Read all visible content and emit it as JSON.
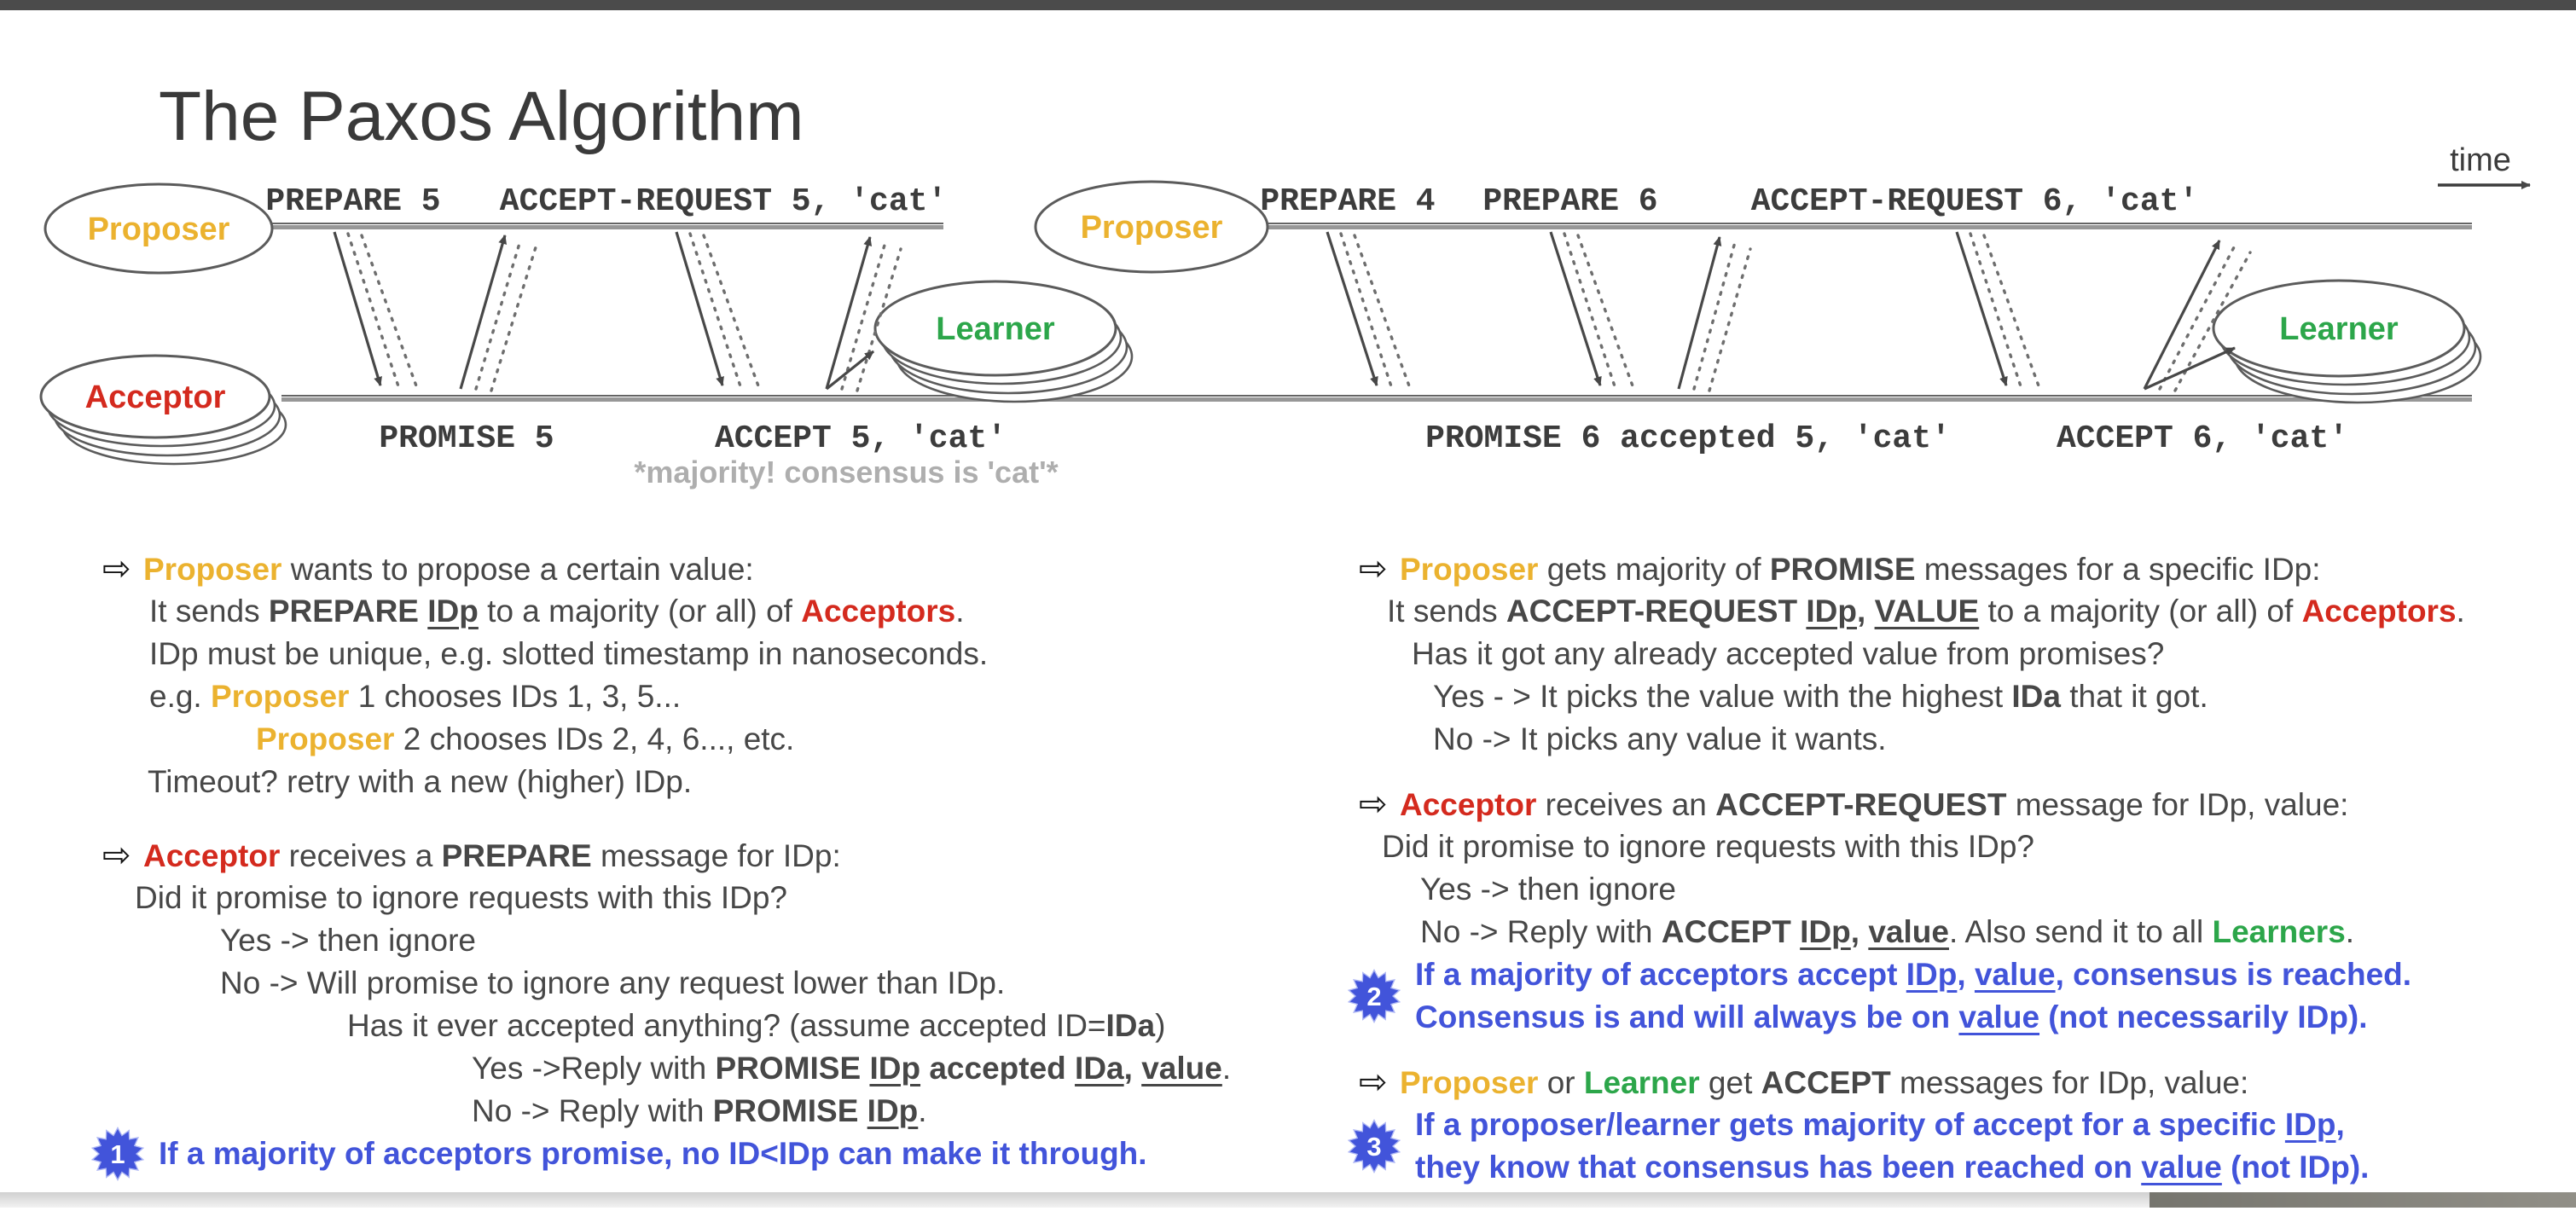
{
  "page": {
    "title": "The Paxos Algorithm"
  },
  "ui": {
    "bullet_glyph": "⇨",
    "colors": {
      "proposer_yellow": "#ebb22f",
      "acceptor_red": "#d42a1e",
      "learner_green": "#2ca64a",
      "note_blue": "#4254da",
      "body_gray": "#474747",
      "diagram_gray": "#3c3c3c",
      "faint_gray_note": "#aeaeae"
    }
  },
  "diagram": {
    "time_label": "time",
    "left": {
      "proposer": "Proposer",
      "acceptor": "Acceptor",
      "learner": "Learner",
      "top_labels": [
        "PREPARE 5",
        "ACCEPT-REQUEST 5, 'cat'"
      ],
      "bottom_labels": [
        "PROMISE 5",
        "ACCEPT 5, 'cat'"
      ],
      "note": "*majority! consensus is 'cat'*"
    },
    "right": {
      "proposer": "Proposer",
      "learner": "Learner",
      "top_labels": [
        "PREPARE 4",
        "PREPARE 6",
        "ACCEPT-REQUEST 6, 'cat'"
      ],
      "bottom_labels": [
        "PROMISE 6 accepted 5, 'cat'",
        "ACCEPT 6, 'cat'"
      ]
    }
  },
  "columns": {
    "left": {
      "blocks": [
        {
          "lines": [
            {
              "bullet": true,
              "segs": [
                {
                  "t": "Proposer",
                  "c": "yellow",
                  "b": 1
                },
                {
                  "t": " wants to propose a certain value:"
                }
              ]
            },
            {
              "ind": 55,
              "segs": [
                {
                  "t": "It sends "
                },
                {
                  "t": "PREPARE ",
                  "b": 1
                },
                {
                  "t": "IDp",
                  "b": 1,
                  "u": 1
                },
                {
                  "t": " to a majority (or all) of "
                },
                {
                  "t": "Acceptors",
                  "c": "red",
                  "b": 1
                },
                {
                  "t": "."
                }
              ]
            },
            {
              "ind": 55,
              "segs": [
                {
                  "t": "IDp must be unique, e.g. slotted timestamp in nanoseconds."
                }
              ]
            },
            {
              "ind": 55,
              "segs": [
                {
                  "t": "e.g. "
                },
                {
                  "t": "Proposer",
                  "c": "yellow",
                  "b": 1
                },
                {
                  "t": " 1 chooses IDs 1, 3, 5..."
                }
              ]
            },
            {
              "ind": 180,
              "segs": [
                {
                  "t": "Proposer",
                  "c": "yellow",
                  "b": 1
                },
                {
                  "t": " 2 chooses IDs 2, 4, 6..., etc."
                }
              ]
            },
            {
              "ind": 53,
              "segs": [
                {
                  "t": "Timeout? retry with a new (higher) IDp."
                }
              ]
            }
          ]
        },
        {
          "lines": [
            {
              "bullet": true,
              "segs": [
                {
                  "t": "Acceptor",
                  "c": "red",
                  "b": 1
                },
                {
                  "t": " receives a "
                },
                {
                  "t": "PREPARE",
                  "b": 1
                },
                {
                  "t": " message for IDp:"
                }
              ]
            },
            {
              "ind": 38,
              "segs": [
                {
                  "t": "Did it promise to ignore requests with this IDp?"
                }
              ]
            },
            {
              "ind": 138,
              "segs": [
                {
                  "t": "Yes -> then ignore"
                }
              ]
            },
            {
              "ind": 138,
              "segs": [
                {
                  "t": "No -> Will promise to ignore any request lower than IDp."
                }
              ]
            },
            {
              "ind": 287,
              "segs": [
                {
                  "t": "Has it ever accepted anything? (assume accepted ID="
                },
                {
                  "t": "IDa",
                  "b": 1
                },
                {
                  "t": ")"
                }
              ]
            },
            {
              "ind": 433,
              "segs": [
                {
                  "t": "Yes ->Reply with "
                },
                {
                  "t": "PROMISE ",
                  "b": 1
                },
                {
                  "t": "IDp",
                  "b": 1,
                  "u": 1
                },
                {
                  "t": " accepted ",
                  "b": 1
                },
                {
                  "t": "IDa",
                  "b": 1,
                  "u": 1
                },
                {
                  "t": ", ",
                  "b": 1
                },
                {
                  "t": "value",
                  "b": 1,
                  "u": 1
                },
                {
                  "t": "."
                }
              ]
            },
            {
              "ind": 433,
              "segs": [
                {
                  "t": "No -> Reply with "
                },
                {
                  "t": "PROMISE ",
                  "b": 1
                },
                {
                  "t": "IDp",
                  "b": 1,
                  "u": 1
                },
                {
                  "t": "."
                }
              ]
            }
          ],
          "badges": [
            {
              "num": "1",
              "lines": [
                {
                  "segs": [
                    {
                      "t": "If a majority of acceptors promise, no ID<IDp can make it through."
                    }
                  ]
                }
              ]
            }
          ]
        }
      ]
    },
    "right": {
      "blocks": [
        {
          "lines": [
            {
              "bullet": true,
              "segs": [
                {
                  "t": "Proposer",
                  "c": "yellow",
                  "b": 1
                },
                {
                  "t": " gets majority of "
                },
                {
                  "t": "PROMISE",
                  "b": 1
                },
                {
                  "t": " messages for a specific IDp:"
                }
              ]
            },
            {
              "ind": 33,
              "segs": [
                {
                  "t": "It sends "
                },
                {
                  "t": "ACCEPT-REQUEST ",
                  "b": 1
                },
                {
                  "t": "IDp",
                  "b": 1,
                  "u": 1
                },
                {
                  "t": ", ",
                  "b": 1
                },
                {
                  "t": "VALUE",
                  "b": 1,
                  "u": 1
                },
                {
                  "t": " to a majority (or all) of "
                },
                {
                  "t": "Acceptors",
                  "c": "red",
                  "b": 1
                },
                {
                  "t": "."
                }
              ]
            },
            {
              "ind": 62,
              "segs": [
                {
                  "t": "Has it got any already accepted value from promises?"
                }
              ]
            },
            {
              "ind": 87,
              "segs": [
                {
                  "t": "Yes - > It picks the value with the highest "
                },
                {
                  "t": "IDa",
                  "b": 1
                },
                {
                  "t": " that it got."
                }
              ]
            },
            {
              "ind": 87,
              "segs": [
                {
                  "t": "No -> It picks any value it wants."
                }
              ]
            }
          ]
        },
        {
          "lines": [
            {
              "bullet": true,
              "segs": [
                {
                  "t": "Acceptor",
                  "c": "red",
                  "b": 1
                },
                {
                  "t": " receives an "
                },
                {
                  "t": "ACCEPT-REQUEST",
                  "b": 1
                },
                {
                  "t": " message for IDp, value:"
                }
              ]
            },
            {
              "ind": 27,
              "segs": [
                {
                  "t": "Did it promise to ignore requests with this IDp?"
                }
              ]
            },
            {
              "ind": 72,
              "segs": [
                {
                  "t": "Yes -> then ignore"
                }
              ]
            },
            {
              "ind": 72,
              "segs": [
                {
                  "t": "No -> Reply with "
                },
                {
                  "t": "ACCEPT ",
                  "b": 1
                },
                {
                  "t": "IDp",
                  "b": 1,
                  "u": 1
                },
                {
                  "t": ", ",
                  "b": 1
                },
                {
                  "t": "value",
                  "b": 1,
                  "u": 1
                },
                {
                  "t": ". Also send it to all "
                },
                {
                  "t": "Learners",
                  "c": "green",
                  "b": 1
                },
                {
                  "t": "."
                }
              ]
            }
          ],
          "badges": [
            {
              "num": "2",
              "lines": [
                {
                  "segs": [
                    {
                      "t": "If a majority of acceptors accept "
                    },
                    {
                      "t": "IDp",
                      "u": 1
                    },
                    {
                      "t": ", "
                    },
                    {
                      "t": "value",
                      "u": 1
                    },
                    {
                      "t": ", consensus is reached."
                    }
                  ]
                },
                {
                  "segs": [
                    {
                      "t": "Consensus is and will always be on "
                    },
                    {
                      "t": "value",
                      "u": 1
                    },
                    {
                      "t": " (not necessarily IDp)."
                    }
                  ]
                }
              ]
            }
          ]
        },
        {
          "lines": [
            {
              "bullet": true,
              "segs": [
                {
                  "t": "Proposer",
                  "c": "yellow",
                  "b": 1
                },
                {
                  "t": " or "
                },
                {
                  "t": "Learner",
                  "c": "green",
                  "b": 1
                },
                {
                  "t": " get "
                },
                {
                  "t": "ACCEPT",
                  "b": 1
                },
                {
                  "t": " messages for IDp, value:"
                }
              ]
            }
          ],
          "badges": [
            {
              "num": "3",
              "lines": [
                {
                  "segs": [
                    {
                      "t": "If a proposer/learner gets majority of accept for a specific "
                    },
                    {
                      "t": "IDp",
                      "u": 1
                    },
                    {
                      "t": ","
                    }
                  ]
                },
                {
                  "segs": [
                    {
                      "t": "they know that consensus has been reached on "
                    },
                    {
                      "t": "value",
                      "u": 1
                    },
                    {
                      "t": " (not IDp)."
                    }
                  ]
                }
              ]
            }
          ]
        }
      ]
    }
  }
}
